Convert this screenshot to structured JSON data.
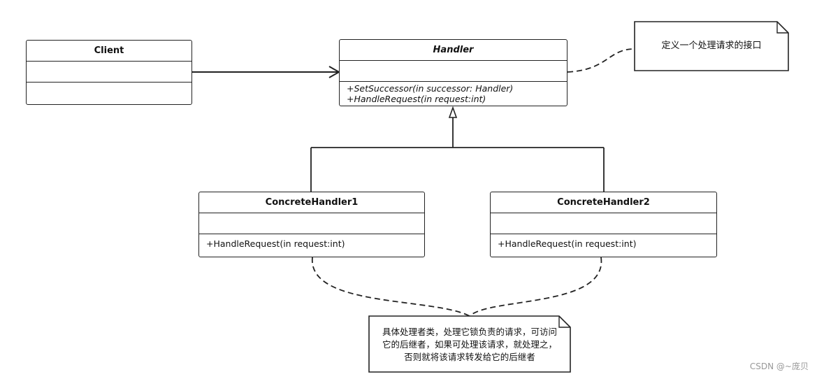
{
  "classes": {
    "client": {
      "name": "Client",
      "attributes": [],
      "operations": []
    },
    "handler": {
      "name": "Handler",
      "abstract": true,
      "attributes": [],
      "operations": [
        "+SetSuccessor(in successor: Handler)",
        "+HandleRequest(in request:int)"
      ]
    },
    "concrete1": {
      "name": "ConcreteHandler1",
      "attributes": [],
      "operations": [
        "+HandleRequest(in request:int)"
      ]
    },
    "concrete2": {
      "name": "ConcreteHandler2",
      "attributes": [],
      "operations": [
        "+HandleRequest(in request:int)"
      ]
    }
  },
  "notes": {
    "handler_note": "定义一个处理请求的接口",
    "concrete_note": [
      "具体处理者类，处理它锁负责的请求，可访问",
      "它的后继者，如果可处理该请求，就处理之，",
      "否则就将该请求转发给它的后继者"
    ]
  },
  "relations": [
    {
      "from": "Client",
      "to": "Handler",
      "type": "association"
    },
    {
      "from": "ConcreteHandler1",
      "to": "Handler",
      "type": "generalization"
    },
    {
      "from": "ConcreteHandler2",
      "to": "Handler",
      "type": "generalization"
    }
  ],
  "watermark": "CSDN @~庞贝"
}
